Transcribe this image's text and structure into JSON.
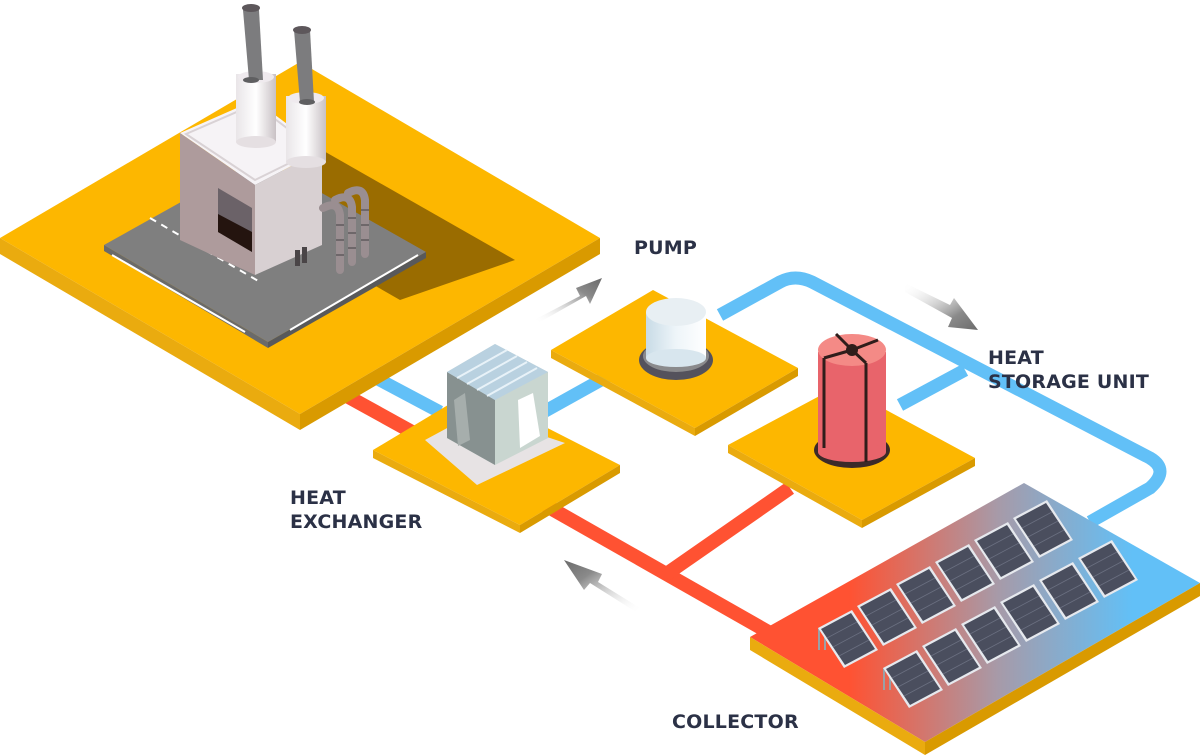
{
  "title": "Solar thermal heat system diagram",
  "labels": {
    "pump": "PUMP",
    "heat_storage_unit": [
      "HEAT",
      "STORAGE UNIT"
    ],
    "heat_exchanger": [
      "HEAT",
      "EXCHANGER"
    ],
    "collector": "COLLECTOR"
  },
  "components": [
    {
      "id": "factory",
      "name": "Factory / heat consumer"
    },
    {
      "id": "heat-exchanger",
      "name": "Heat exchanger"
    },
    {
      "id": "pump",
      "name": "Pump"
    },
    {
      "id": "heat-storage-unit",
      "name": "Heat storage unit"
    },
    {
      "id": "collector",
      "name": "Solar collector array",
      "panels": 12
    }
  ],
  "flows": [
    {
      "pipe": "cold",
      "color": "#62c0f7",
      "path": "factory → heat exchanger → pump → heat storage unit → collector"
    },
    {
      "pipe": "hot",
      "color": "#ff5232",
      "path": "collector → heat storage unit / heat exchanger → factory"
    }
  ],
  "arrows": [
    {
      "direction": "up-right",
      "near": "pump"
    },
    {
      "direction": "down-right",
      "near": "heat storage unit"
    },
    {
      "direction": "up-left",
      "near": "heat exchanger"
    }
  ],
  "colors": {
    "platform_top": "#fdb700",
    "platform_side_light": "#eaab0f",
    "platform_side_dark": "#d99a00",
    "cold_pipe": "#62c0f7",
    "hot_pipe": "#ff5232",
    "label_text": "#2b3146",
    "storage_tank": "#e8646b",
    "solar_panel": "#4a4e5e"
  }
}
